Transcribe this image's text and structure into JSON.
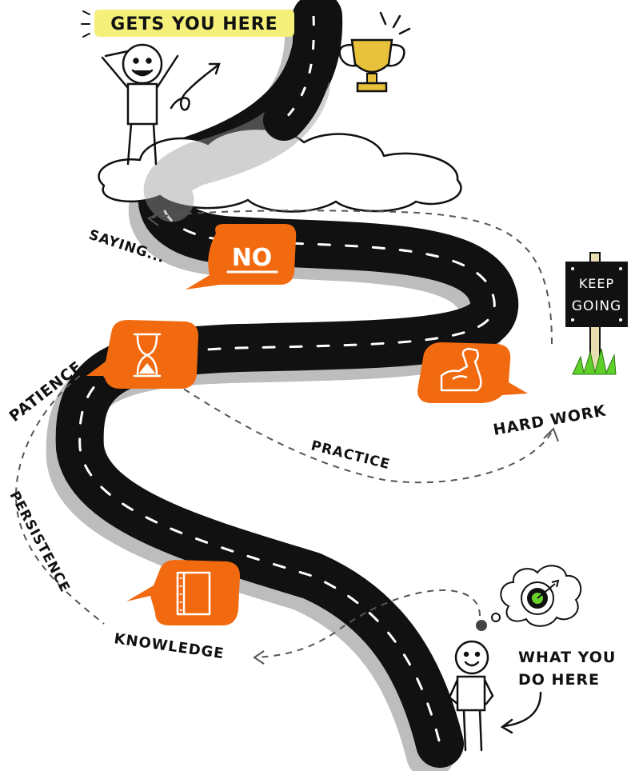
{
  "title_banner": "GETS YOU HERE",
  "sign": {
    "line1": "KEEP",
    "line2": "GOING"
  },
  "labels": {
    "saying": "SAYING...",
    "no": "NO",
    "patience": "PATIENCE",
    "hard_work": "HARD WORK",
    "practice": "PRACTICE",
    "persistence": "PERSISTENCE",
    "knowledge": "KNOWLEDGE",
    "what_you_line1": "WHAT YOU",
    "what_you_line2": "DO HERE"
  },
  "icons": {
    "trophy": "trophy-icon",
    "hourglass": "hourglass-icon",
    "muscle": "muscle-arm-icon",
    "book": "book-icon",
    "target": "target-icon"
  },
  "colors": {
    "road": "#111111",
    "road_shadow": "#bdbdbd",
    "accent": "#f26a10",
    "banner_highlight": "#f4f07a",
    "trophy": "#e8c23a",
    "grass": "#5fcf2a",
    "target_center": "#6bd12b"
  }
}
